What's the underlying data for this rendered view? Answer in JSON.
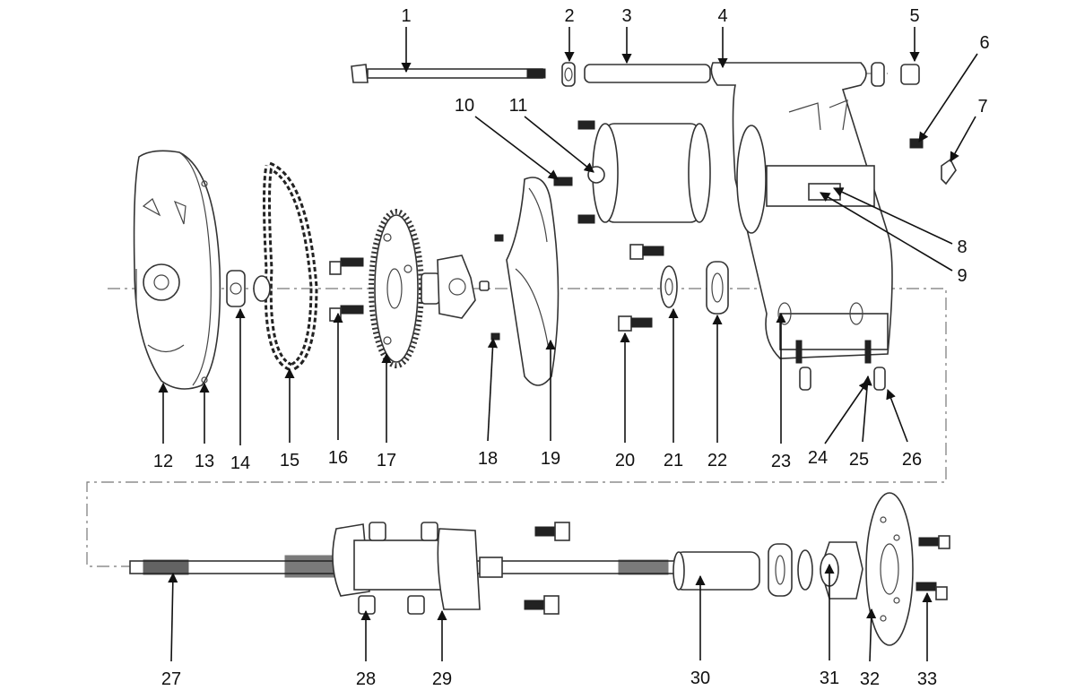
{
  "title": "Exploded parts diagram - rear drive assembly",
  "callouts": [
    "1",
    "2",
    "3",
    "4",
    "5",
    "6",
    "7",
    "8",
    "9",
    "10",
    "11",
    "12",
    "13",
    "14",
    "15",
    "16",
    "17",
    "18",
    "19",
    "20",
    "21",
    "22",
    "23",
    "24",
    "25",
    "26",
    "27",
    "28",
    "29",
    "30",
    "31",
    "32",
    "33"
  ]
}
